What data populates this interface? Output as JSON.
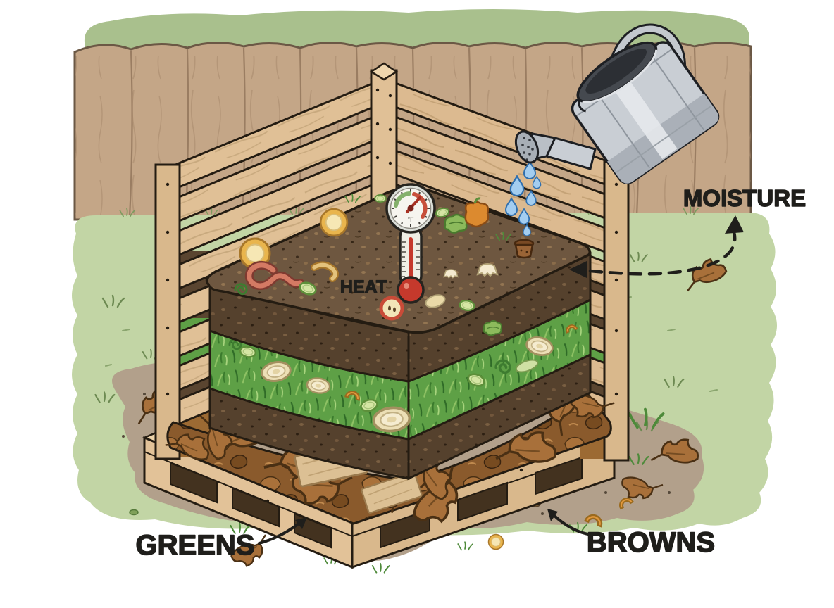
{
  "illustration": {
    "name": "compost-bin-layers-diagram",
    "labels": {
      "moisture": "MOISTURE",
      "heat": "HEAT",
      "greens": "GREENS",
      "browns": "BROWNS"
    },
    "thermometer_unit": "°F",
    "objects": [
      "watering-can",
      "water-drops",
      "thermometer",
      "compost-bin",
      "pallet-base",
      "food-scraps",
      "fence",
      "lawn",
      "fallen-leaves"
    ],
    "layers": [
      "food-scraps-and-soil-top",
      "greens-grass-clippings",
      "soil",
      "browns-dry-leaves-and-cardboard"
    ],
    "colors": {
      "background": "#ffffff",
      "hedge": "#a9c08d",
      "fence": "#c4a687",
      "lawn": "#c2d5a5",
      "dirt": "#b2a08b",
      "bin_wood": "#e0c096",
      "bin_wood_dark": "#d9b88c",
      "pallet_wood": "#e2c298",
      "soil_top": "#6e5740",
      "soil_face": "#55412d",
      "greens_layer": "#5ea046",
      "browns_layer": "#9c6a33",
      "cardboard": "#dcc094",
      "can_metal": "#c9ced4",
      "water_drop": "#a3cdf0",
      "mercury_red": "#c5392c",
      "label_text": "#1f1e1b"
    }
  }
}
